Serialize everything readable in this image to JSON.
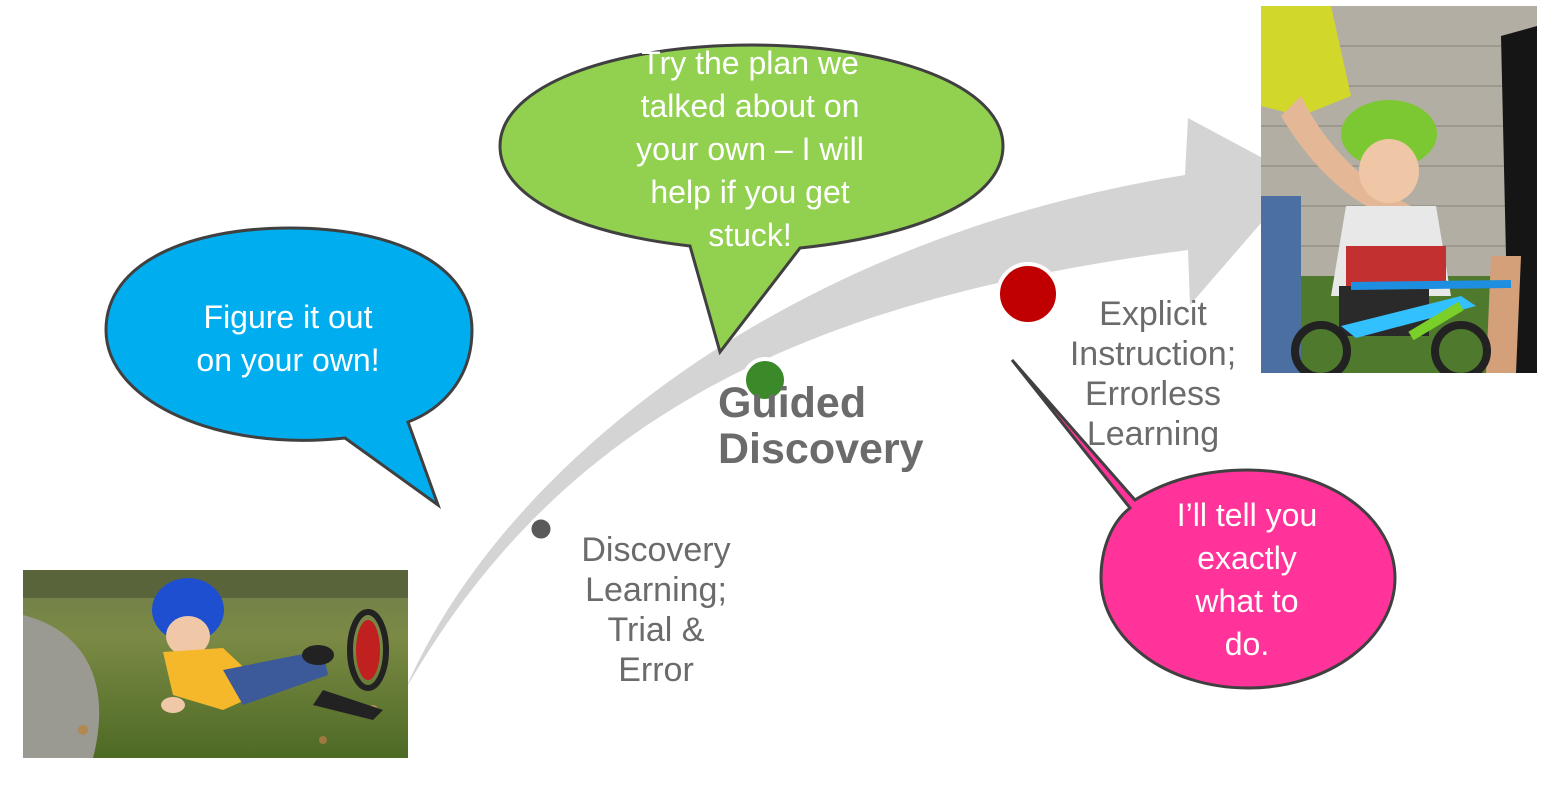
{
  "stages": [
    {
      "lines": [
        "Discovery",
        "Learning;",
        "Trial &",
        "Error"
      ],
      "dot_color": "#5a5a5a"
    },
    {
      "lines": [
        "Guided",
        "Discovery"
      ],
      "dot_color": "#3a8a2a"
    },
    {
      "lines": [
        "Explicit",
        "Instruction;",
        "Errorless",
        "Learning"
      ],
      "dot_color": "#c00000"
    }
  ],
  "bubbles": {
    "blue": {
      "lines": [
        "Figure it out",
        "on your own!"
      ],
      "color": "#00aeef"
    },
    "green": {
      "lines": [
        "Try the plan we",
        "talked about on",
        "your own – I will",
        "help if you get",
        "stuck!"
      ],
      "color": "#92d050"
    },
    "pink": {
      "lines": [
        "I’ll tell you",
        "exactly",
        "what to",
        "do."
      ],
      "color": "#ff3399"
    }
  },
  "arrow_color": "#d4d4d4",
  "photos": {
    "left": {
      "subject": "child-fallen-off-balance-bike"
    },
    "right": {
      "subject": "child-riding-balance-bike-with-adult-support"
    }
  }
}
